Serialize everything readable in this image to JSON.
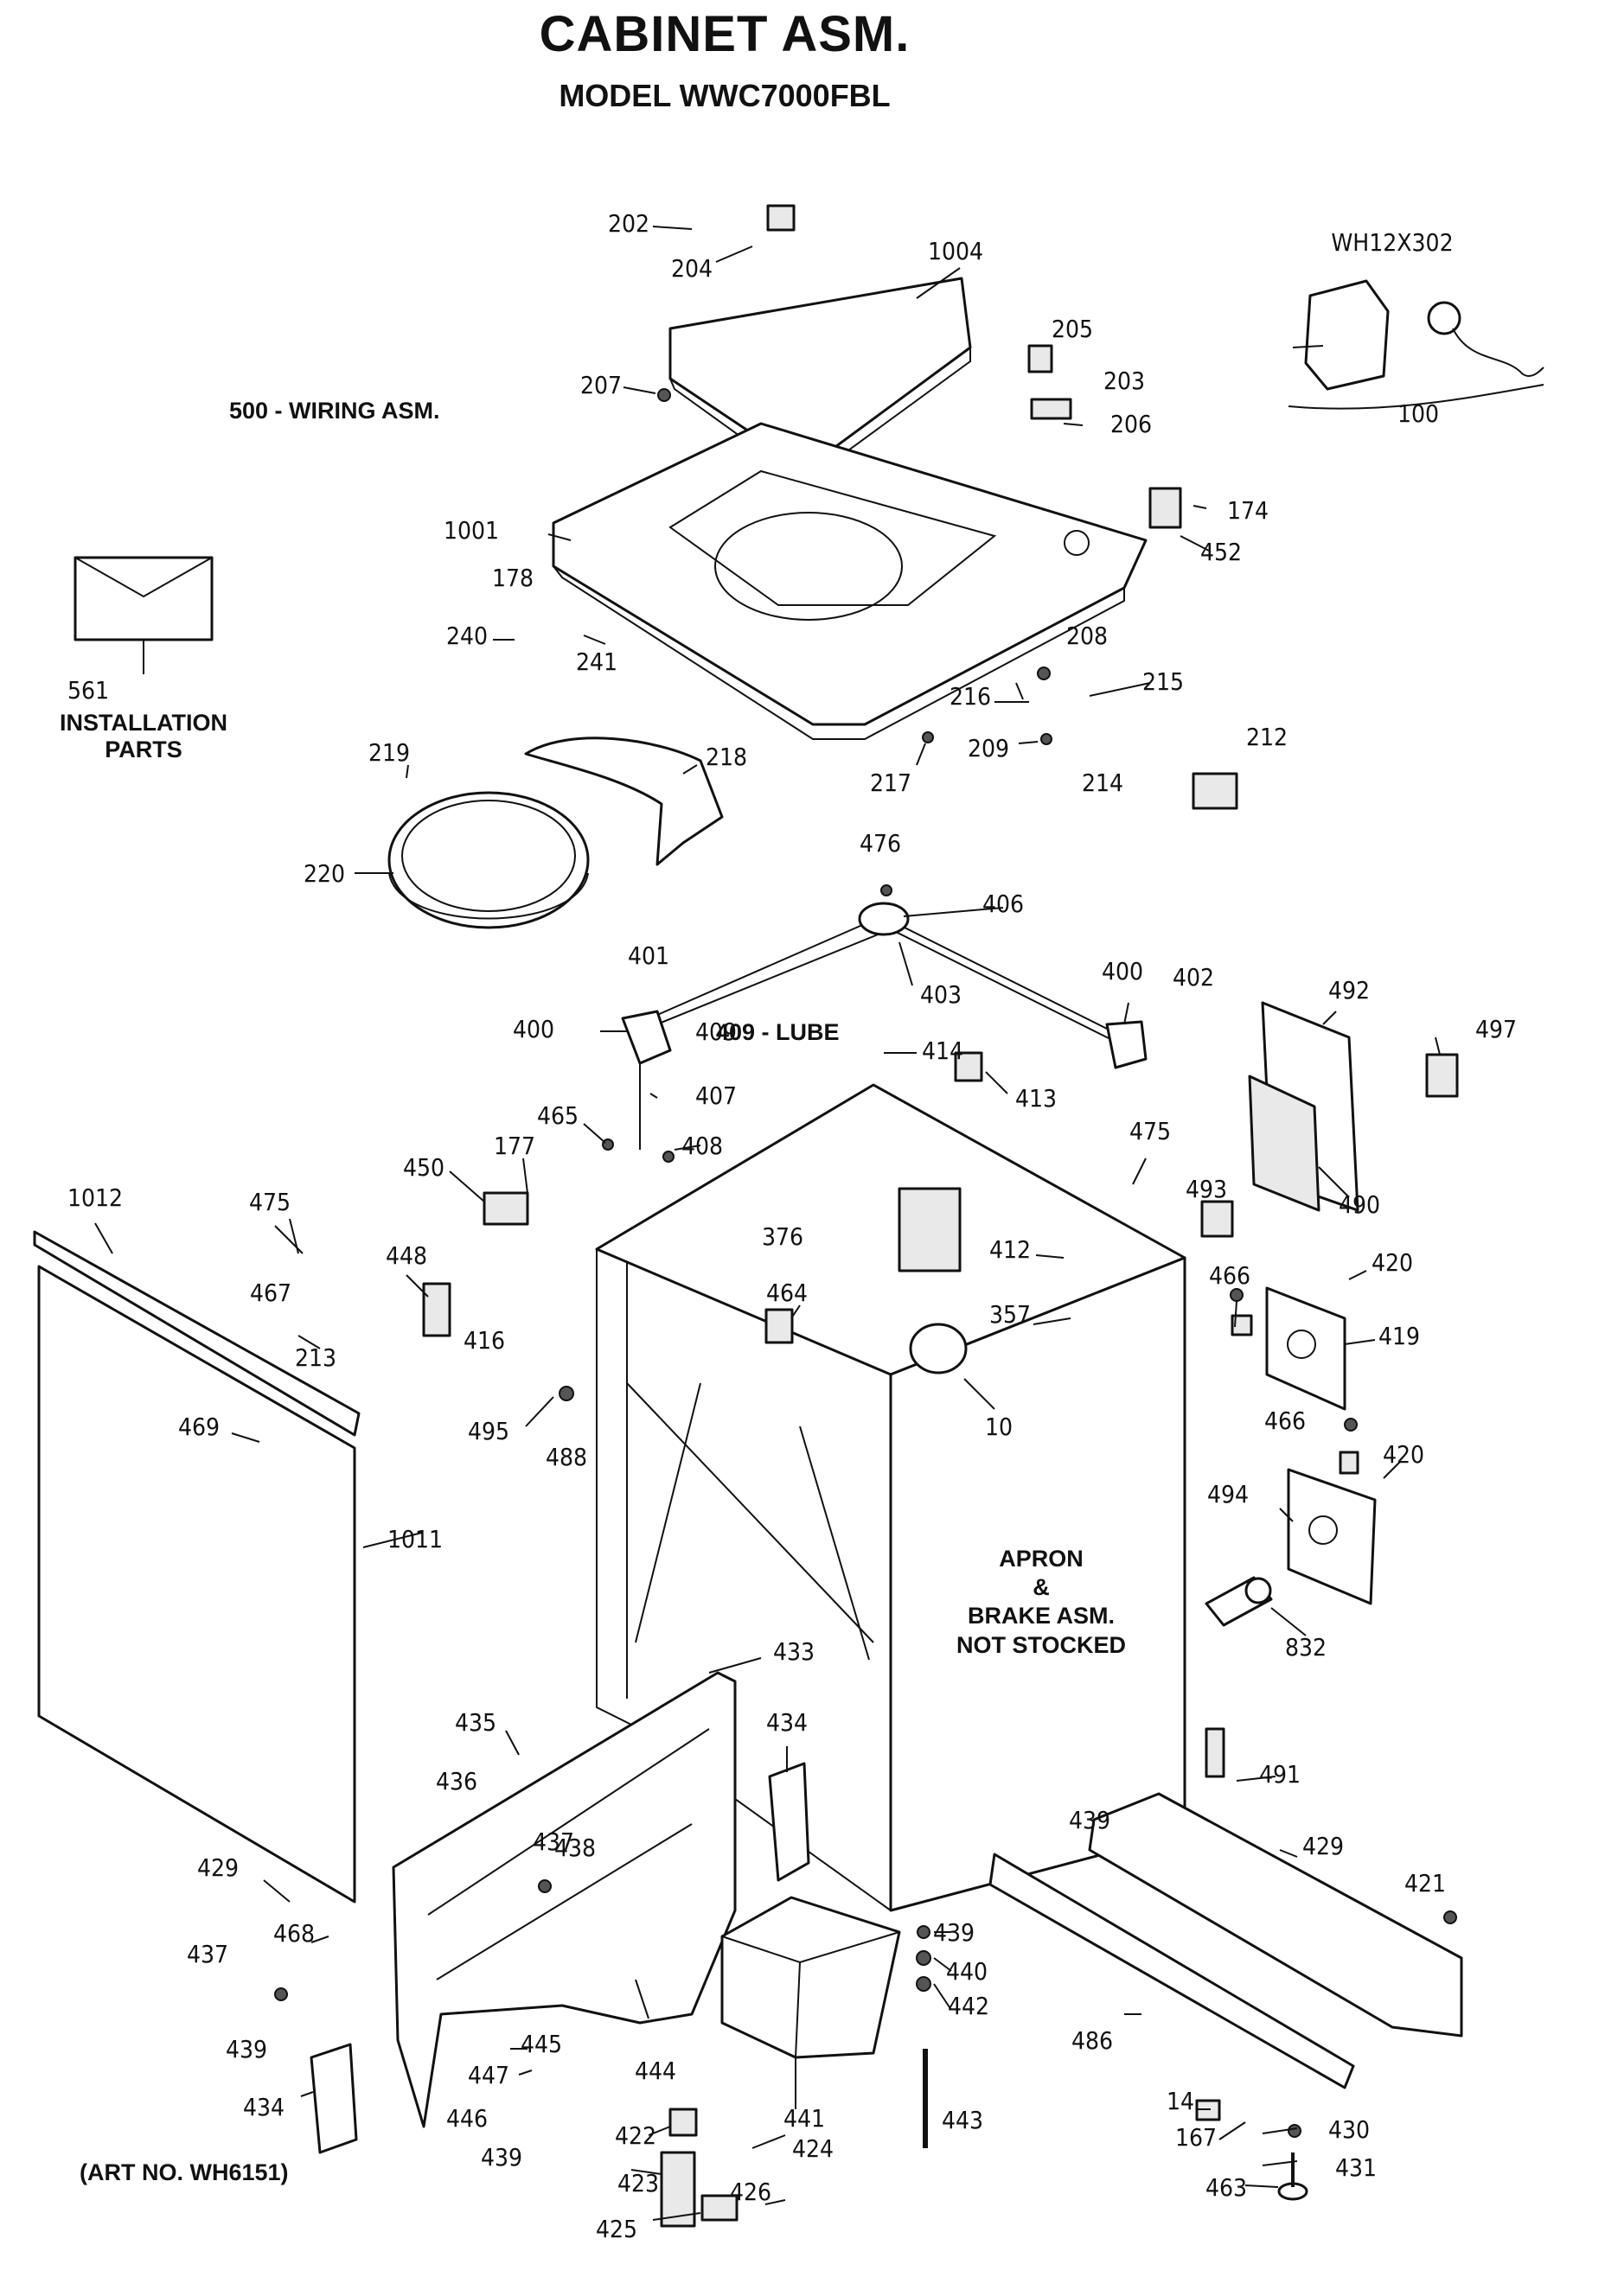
{
  "title": "CABINET ASM.",
  "model": "MODEL WWC7000FBL",
  "art_number": "(ART NO. WH6151)",
  "text_blocks": {
    "wiring": "500 - WIRING ASM.",
    "install_1": "INSTALLATION",
    "install_2": "PARTS",
    "lube": "409 - LUBE",
    "apron_1": "APRON",
    "apron_2": "&",
    "apron_3": "BRAKE ASM.",
    "apron_4": "NOT STOCKED"
  },
  "callouts": [
    "202",
    "204",
    "1004",
    "WH12X302",
    "205",
    "203",
    "206",
    "207",
    "100",
    "174",
    "452",
    "1001",
    "178",
    "240",
    "241",
    "208",
    "215",
    "216",
    "209",
    "217",
    "214",
    "212",
    "561",
    "219",
    "218",
    "220",
    "476",
    "406",
    "403",
    "401",
    "400",
    "409",
    "400",
    "402",
    "492",
    "497",
    "414",
    "407",
    "413",
    "465",
    "408",
    "177",
    "450",
    "475",
    "376",
    "493",
    "490",
    "1012",
    "475",
    "448",
    "213",
    "416",
    "467",
    "412",
    "357",
    "464",
    "466",
    "420",
    "419",
    "10",
    "469",
    "495",
    "488",
    "466",
    "420",
    "494",
    "1011",
    "832",
    "433",
    "435",
    "434",
    "436",
    "491",
    "437",
    "439",
    "429",
    "421",
    "429",
    "468",
    "437",
    "438",
    "439",
    "440",
    "442",
    "486",
    "439",
    "434",
    "445",
    "447",
    "444",
    "446",
    "439",
    "441",
    "443",
    "14",
    "422",
    "424",
    "430",
    "167",
    "423",
    "431",
    "426",
    "425",
    "463"
  ],
  "colors": {
    "ink": "#111111",
    "paper": "#ffffff"
  }
}
